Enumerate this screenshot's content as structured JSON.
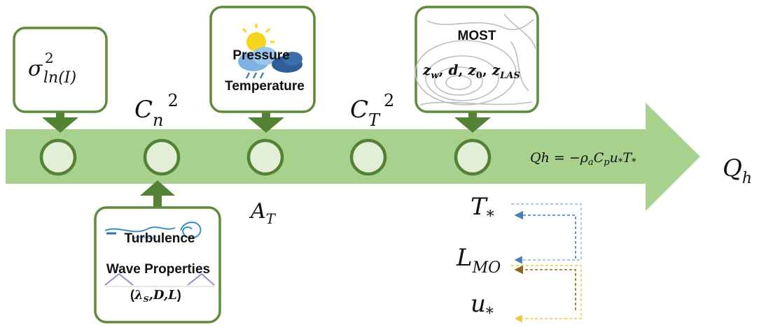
{
  "colors": {
    "arrow_fill": "#a9d18e",
    "node_fill": "#e2efd6",
    "node_stroke": "#548235",
    "box_stroke": "#5f8a3a",
    "loop_blue": "#4a7fb5",
    "loop_brown": "#8a6a1a",
    "loop_yellow": "#f2c744"
  },
  "top_boxes": {
    "scintillation": {
      "base": "σ",
      "sup": "2",
      "sub": "ln(I)"
    },
    "meteo": {
      "line1": "Pressure",
      "line2": "Temperature",
      "icon": "weather-cloud-sun-icon"
    },
    "most": {
      "title": "MOST",
      "vars": [
        "z",
        "w",
        ", ",
        "d",
        ", ",
        "z",
        "0",
        ", ",
        "z",
        "LAS"
      ],
      "icon": "contour-lines-icon"
    }
  },
  "bottom_box": {
    "line1": "Turbulence",
    "line2": "Wave Properties",
    "line3": {
      "open": "(",
      "lambda": "λ",
      "lambda_sub": "S",
      "rest": ",D,L",
      "close": ")"
    },
    "icon": "turbulence-swirl-icon"
  },
  "labels": {
    "cn2": {
      "base": "C",
      "sub": "n",
      "sup": "2"
    },
    "ct2": {
      "base": "C",
      "sub": "T",
      "sup": "2"
    },
    "at": {
      "base": "A",
      "sub": "T"
    },
    "qh_final": {
      "base": "Q",
      "sub": "h"
    },
    "formula": {
      "lhs": "Qh",
      "eq": " = −",
      "rho": "ρ",
      "rho_sub": "a",
      "c": "C",
      "c_sub": "p",
      "u": "u",
      "u_sub": "*",
      "t": "T",
      "t_sub": "*"
    },
    "t_star": {
      "base": "T",
      "sub": "*"
    },
    "l_mo": {
      "base": "L",
      "sub": "MO"
    },
    "u_star": {
      "base": "u",
      "sub": "*"
    }
  }
}
